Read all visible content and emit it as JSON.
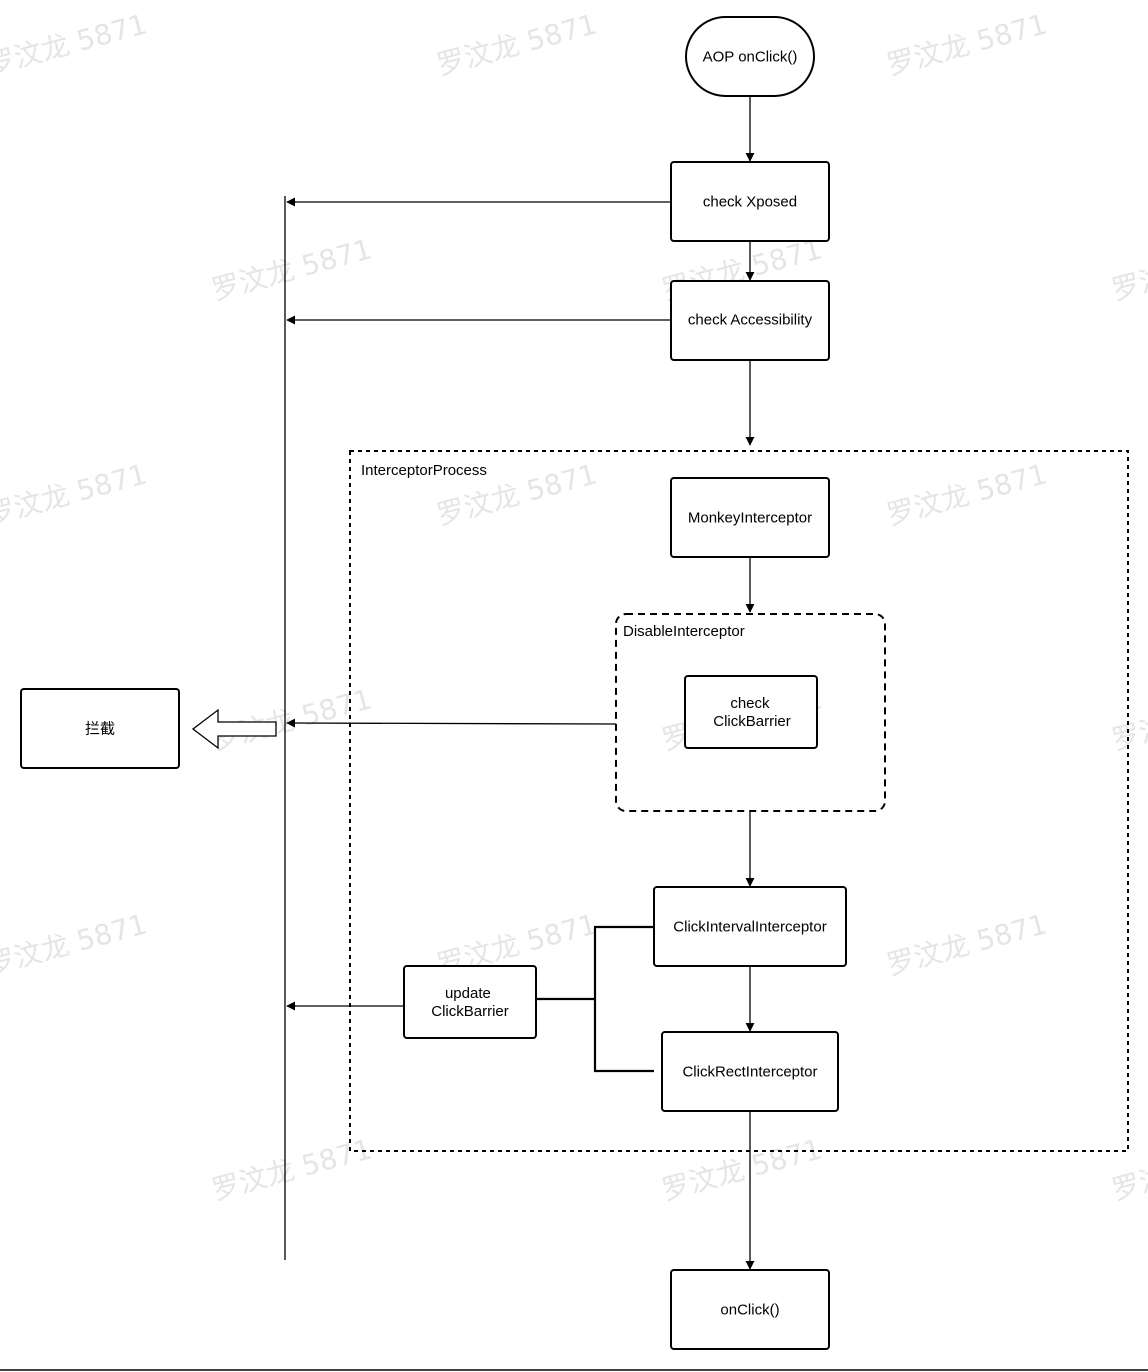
{
  "nodes": {
    "start": "AOP onClick()",
    "check_xposed": "check Xposed",
    "check_accessibility": "check Accessibility",
    "monkey": "MonkeyInterceptor",
    "check_click_barrier": [
      "check",
      "ClickBarrier"
    ],
    "click_interval": "ClickIntervalInterceptor",
    "click_rect": "ClickRectInterceptor",
    "update_click_barrier": [
      "update",
      "ClickBarrier"
    ],
    "end": "onClick()",
    "intercept": "拦截"
  },
  "groups": {
    "interceptor_process": "InterceptorProcess",
    "disable_interceptor": "DisableInterceptor"
  },
  "watermark": "罗汶龙 5871",
  "colors": {
    "stroke": "#000000",
    "background": "#ffffff",
    "watermark": "#cfcfcf"
  }
}
